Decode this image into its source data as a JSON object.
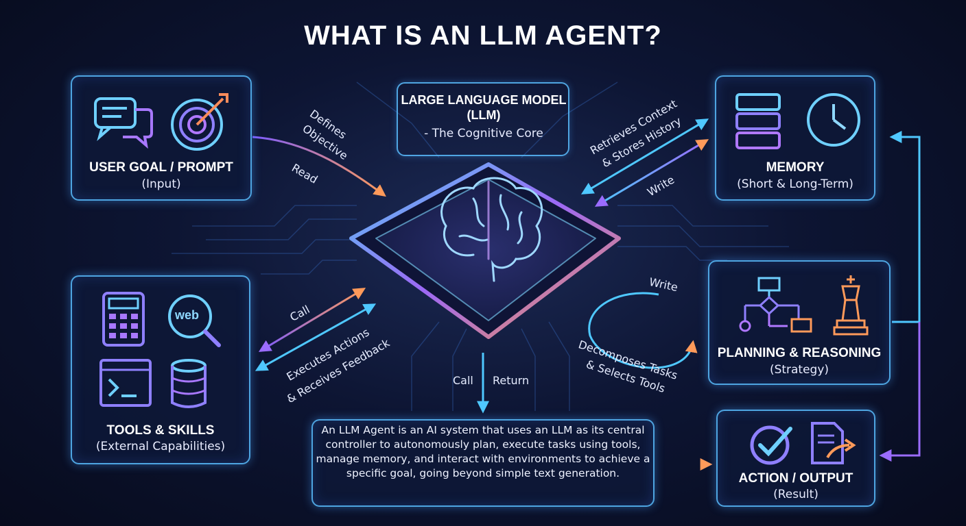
{
  "title": "WHAT IS AN LLM AGENT?",
  "center": {
    "title": "LARGE LANGUAGE MODEL (LLM)",
    "subtitle": "- The Cognitive Core"
  },
  "boxes": {
    "user_goal": {
      "title": "USER GOAL / PROMPT",
      "subtitle": "(Input)"
    },
    "memory": {
      "title": "MEMORY",
      "subtitle": "(Short & Long-Term)"
    },
    "planning": {
      "title": "PLANNING & REASONING",
      "subtitle": "(Strategy)"
    },
    "tools": {
      "title": "TOOLS & SKILLS",
      "subtitle": "(External Capabilities)"
    },
    "action": {
      "title": "ACTION / OUTPUT",
      "subtitle": "(Result)"
    }
  },
  "icons": {
    "web": "web",
    "user_goal": [
      "chat-bubbles-icon",
      "target-icon"
    ],
    "memory": [
      "database-stack-icon",
      "clock-icon"
    ],
    "planning": [
      "flowchart-icon",
      "chess-king-icon"
    ],
    "tools": [
      "calculator-icon",
      "web-search-icon",
      "terminal-icon",
      "database-icon"
    ],
    "action": [
      "checkmark-icon",
      "document-export-icon"
    ]
  },
  "labels": {
    "defines_objective_1": "Defines",
    "defines_objective_2": "Objective",
    "read": "Read",
    "retrieves_1": "Retrieves Context",
    "retrieves_2": "& Stores History",
    "write_memory": "Write",
    "write_planning": "Write",
    "call_tools": "Call",
    "executes_1": "Executes Actions",
    "executes_2": "& Receives Feedback",
    "call_center": "Call",
    "return_center": "Return",
    "decomposes_1": "Decomposes Tasks",
    "decomposes_2": "& Selects Tools"
  },
  "definition": "An LLM Agent is an AI system that uses an LLM as its central controller to autonomously plan, execute tasks using tools, manage memory, and interact with environments to achieve a specific goal, going beyond simple text generation.",
  "colors": {
    "background": "#0a1230",
    "box_border": "#5abeff",
    "accent_purple": "#9b6cff",
    "accent_orange": "#ff9d5c",
    "accent_cyan": "#4fc8ff"
  }
}
